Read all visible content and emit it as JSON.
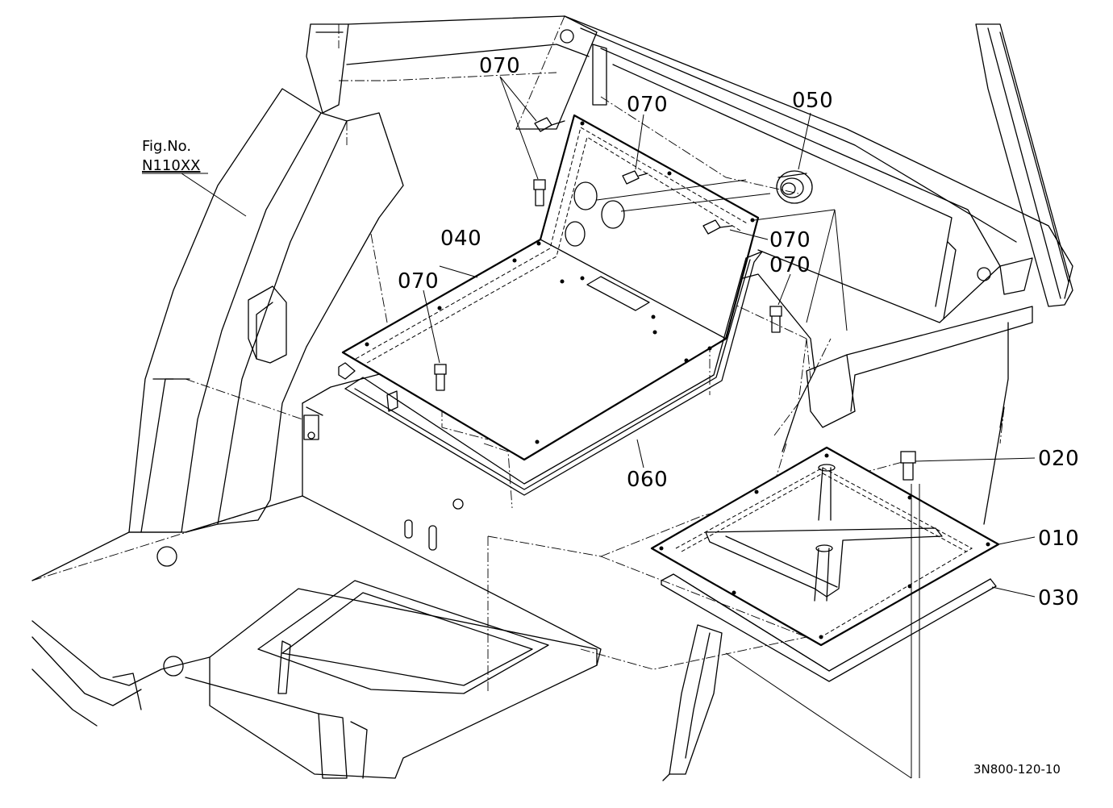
{
  "figure_reference": {
    "line1": "Fig.No.",
    "line2": "N110XX"
  },
  "drawing_number": "3N800-120-10",
  "part_callouts": {
    "p070_top": "070",
    "p070_mid": "070",
    "p050": "050",
    "p070_right_a": "070",
    "p070_right_b": "070",
    "p040": "040",
    "p070_left": "070",
    "p060": "060",
    "p020": "020",
    "p010": "010",
    "p030": "030"
  }
}
